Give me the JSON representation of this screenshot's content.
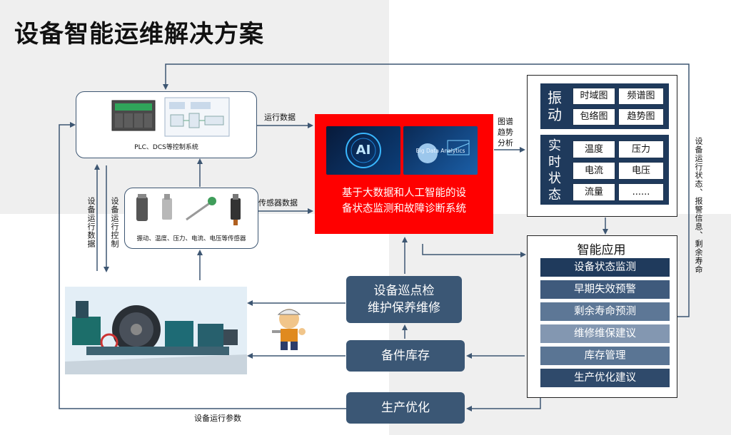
{
  "title": "设备智能运维解决方案",
  "control_system": {
    "caption": "PLC、DCS等控制系统"
  },
  "sensors": {
    "caption": "振动、温度、压力、电流、电压等传感器"
  },
  "ai_system": {
    "label_line1": "基于大数据和人工智能的设",
    "label_line2": "备状态监测和故障诊断系统",
    "thumb_ai": "AI",
    "thumb_bigdata": "Big Data Analytics"
  },
  "edges": {
    "run_data": "运行数据",
    "sensor_data": "传感器数据",
    "chart_trend": "图谱趋势分析",
    "equipment_run_data": "设备运行数据",
    "equipment_run_control": "设备运行控制",
    "equipment_params": "设备运行参数",
    "right_status": "设备运行状态、报警信息、剩余寿命"
  },
  "vibration": {
    "label": "振动",
    "items": [
      "时域图",
      "频谱图",
      "包络图",
      "趋势图"
    ]
  },
  "realtime": {
    "label": "实时状态",
    "items": [
      "温度",
      "压力",
      "电流",
      "电压",
      "流量",
      "......"
    ]
  },
  "smart_app": {
    "title": "智能应用",
    "items": [
      "设备状态监测",
      "早期失效预警",
      "剩余寿命预测",
      "维修维保建议",
      "库存管理",
      "生产优化建议"
    ],
    "colors": [
      "#1f3a5c",
      "#3f5a7c",
      "#5d7796",
      "#8397b1",
      "#5a7594",
      "#2f4a6b"
    ]
  },
  "patrol": {
    "line1": "设备巡点检",
    "line2": "维护保养维修"
  },
  "spare_parts": {
    "label": "备件库存"
  },
  "production": {
    "label": "生产优化"
  }
}
